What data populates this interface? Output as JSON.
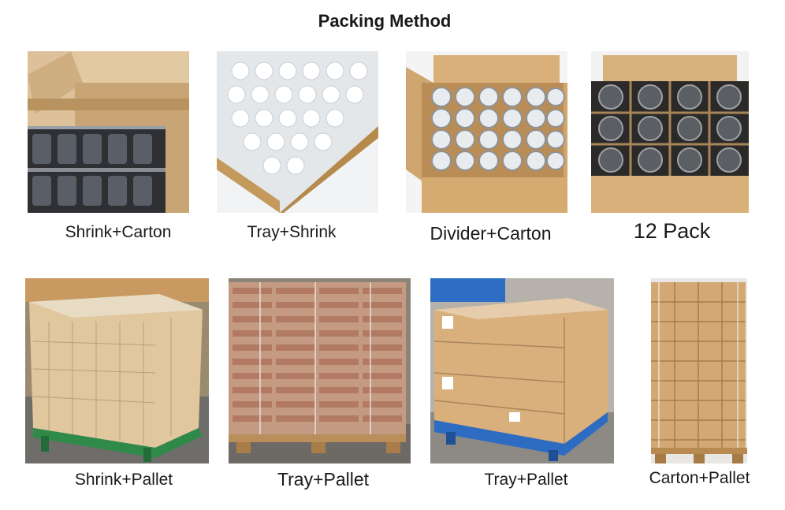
{
  "title": "Packing Method",
  "items": [
    {
      "label": "Shrink+Carton"
    },
    {
      "label": "Tray+Shrink"
    },
    {
      "label": "Divider+Carton"
    },
    {
      "label": "12 Pack"
    },
    {
      "label": "Shrink+Pallet"
    },
    {
      "label": "Tray+Pallet"
    },
    {
      "label": "Tray+Pallet"
    },
    {
      "label": "Carton+Pallet"
    }
  ]
}
